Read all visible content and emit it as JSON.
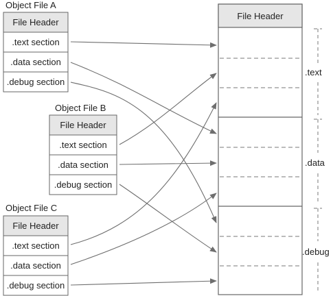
{
  "diagram": {
    "object_files": [
      {
        "title": "Object File A",
        "header": "File Header",
        "sections": [
          ".text section",
          ".data section",
          ".debug section"
        ]
      },
      {
        "title": "Object File B",
        "header": "File Header",
        "sections": [
          ".text section",
          ".data section",
          ".debug section"
        ]
      },
      {
        "title": "Object File C",
        "header": "File Header",
        "sections": [
          ".text section",
          ".data section",
          ".debug section"
        ]
      }
    ],
    "output": {
      "header": "File Header",
      "segments": [
        ".text",
        ".data",
        ".debug"
      ]
    }
  },
  "colors": {
    "header_fill": "#e6e6e6",
    "border": "#666666",
    "arrow": "#6e6e6e",
    "dashed": "#777777",
    "text": "#222222"
  }
}
